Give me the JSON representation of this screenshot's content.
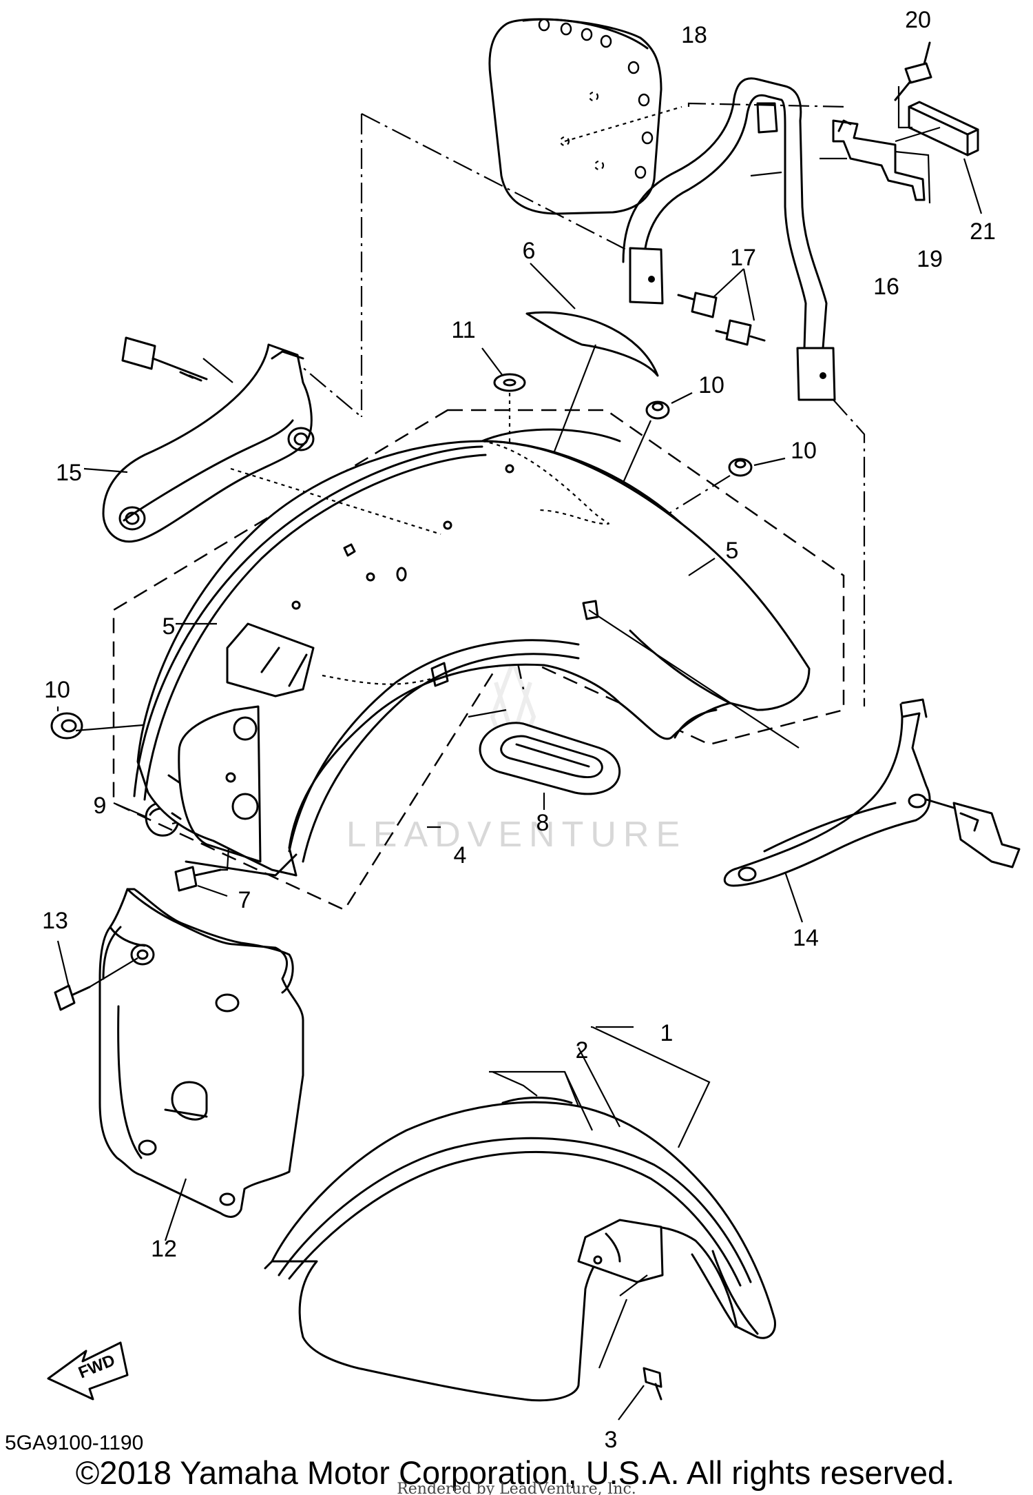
{
  "callouts": [
    {
      "id": "1",
      "label": "1"
    },
    {
      "id": "2",
      "label": "2"
    },
    {
      "id": "3",
      "label": "3"
    },
    {
      "id": "4",
      "label": "4"
    },
    {
      "id": "5a",
      "label": "5"
    },
    {
      "id": "5b",
      "label": "5"
    },
    {
      "id": "6",
      "label": "6"
    },
    {
      "id": "7",
      "label": "7"
    },
    {
      "id": "8",
      "label": "8"
    },
    {
      "id": "9",
      "label": "9"
    },
    {
      "id": "10a",
      "label": "10"
    },
    {
      "id": "10b",
      "label": "10"
    },
    {
      "id": "10c",
      "label": "10"
    },
    {
      "id": "11",
      "label": "11"
    },
    {
      "id": "12",
      "label": "12"
    },
    {
      "id": "13",
      "label": "13"
    },
    {
      "id": "14",
      "label": "14"
    },
    {
      "id": "15",
      "label": "15"
    },
    {
      "id": "16",
      "label": "16"
    },
    {
      "id": "17",
      "label": "17"
    },
    {
      "id": "18",
      "label": "18"
    },
    {
      "id": "19",
      "label": "19"
    },
    {
      "id": "20",
      "label": "20"
    },
    {
      "id": "21",
      "label": "21"
    }
  ],
  "fwd_label": "FWD",
  "diagram_code": "5GA9100-1190",
  "copyright": "©2018 Yamaha Motor Corporation, U.S.A. All rights reserved.",
  "rendered_by": "Rendered by LeadVenture, Inc.",
  "watermark": "LEADVENTURE"
}
